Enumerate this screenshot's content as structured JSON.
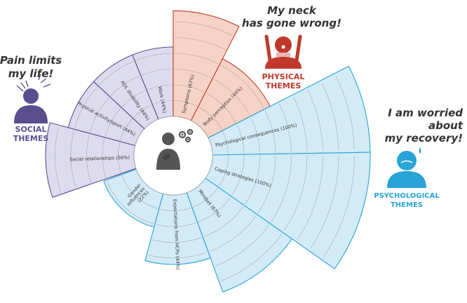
{
  "colors": {
    "social_fill": "#dddbee",
    "social_stroke": "#5a4e8e",
    "physical_fill": "#f6d3c7",
    "physical_stroke": "#c0392b",
    "psychological_fill": "#d2ebf7",
    "psychological_stroke": "#2aa3d7",
    "ring_line": "#a9a9a9",
    "center_figure": "#555555"
  },
  "segments": [
    {
      "theme": "social",
      "label": "Social relationships (56%)",
      "percent": 56
    },
    {
      "theme": "social",
      "label": "Physical activity/sport (44%)",
      "percent": 44
    },
    {
      "theme": "social",
      "label": "ADL disability (44%)",
      "percent": 44
    },
    {
      "theme": "social",
      "label": "Work (44%)",
      "percent": 44
    },
    {
      "theme": "physical",
      "label": "Symptoms (67%)",
      "percent": 67
    },
    {
      "theme": "physical",
      "label": "Body perception (44%)",
      "percent": 44
    },
    {
      "theme": "psychological",
      "label": "Psychological consequences (100%)",
      "percent": 100
    },
    {
      "theme": "psychological",
      "label": "Coping strategies (100%)",
      "percent": 100
    },
    {
      "theme": "psychological",
      "label": "Mindset (67%)",
      "percent": 67
    },
    {
      "theme": "psychological",
      "label": "Expectations from HCPs (44%)",
      "percent": 44
    },
    {
      "theme": "psychological",
      "label": "Gender influences (22%)",
      "percent": 22,
      "label_lines": [
        "Gender",
        "influences",
        "(22%)"
      ]
    }
  ],
  "themes": {
    "social": {
      "quote_lines": [
        "Pain limits",
        "my life!"
      ],
      "title_lines": [
        "SOCIAL",
        "THEMES"
      ],
      "icon": "person-headache-icon"
    },
    "physical": {
      "quote_lines": [
        "My neck",
        "has gone wrong!"
      ],
      "title_lines": [
        "PHYSICAL",
        "THEMES"
      ],
      "icon": "person-neck-collar-icon"
    },
    "psychological": {
      "quote_lines": [
        "I am worried",
        "about",
        "my recovery!"
      ],
      "title_lines": [
        "PSYCHOLOGICAL",
        "THEMES"
      ],
      "icon": "person-worried-icon"
    }
  },
  "center_icon": "thinking-person-with-gears-icon"
}
